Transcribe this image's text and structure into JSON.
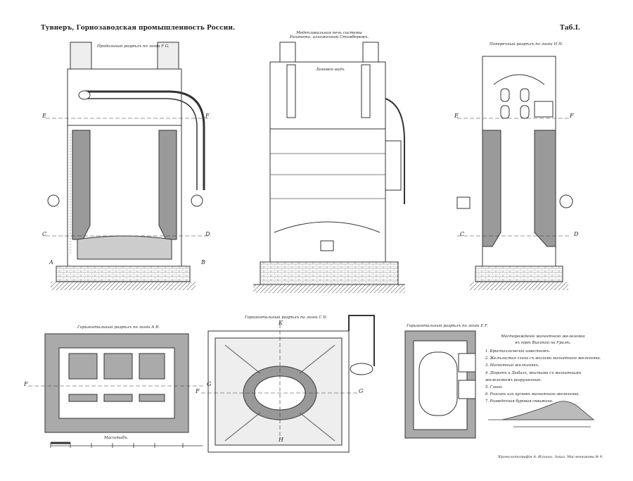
{
  "header": {
    "title": "Тувнеръ, Горнозаводская промышленность России.",
    "plate": "Таб.I."
  },
  "views": {
    "vertical_fg": "Продольный разрѣзъ по линіи F G.",
    "elevation_title": "Медеплавильная печь системы Раштета, изложенной Стимберомъ.",
    "elevation_sub": "Боковой видъ",
    "cross_hh": "Поперечный разрѣзъ по линіи H H.",
    "plan_ab": "Горизонтальный разрѣзъ по линіи A B.",
    "plan_cd": "Горизонтальный разрѣзъ по линіи C D.",
    "plan_ef": "Горизонтальный разрѣзъ по линіи E F.",
    "scale": "Масштабъ."
  },
  "letters": {
    "E": "E",
    "F": "F",
    "C": "C",
    "D": "D",
    "A": "A",
    "B": "B",
    "G": "G",
    "H": "H",
    "K": "K"
  },
  "legend": {
    "title_line1": "Месторожденіе магнитного железняка",
    "title_line2": "въ горѣ Высокой на Уралѣ.",
    "items": [
      "1. Кристаллическій известнякъ.",
      "2. Желѣзистая глина съ жилами магнитнаго железняка.",
      "3. Магнитный желѣзнякъ.",
      "4. Діоритъ и Діабазъ, мѣстами съ магнитнымъ железнякомъ разрушенные.",
      "5. Глина.",
      "6. Розсыпь изъ кусковъ магнитнаго железняка.",
      "7. Разведочная буровая скважина."
    ]
  },
  "imprint": "Хромолитографія А. Ильина, Заказ. Масленникова № 9."
}
